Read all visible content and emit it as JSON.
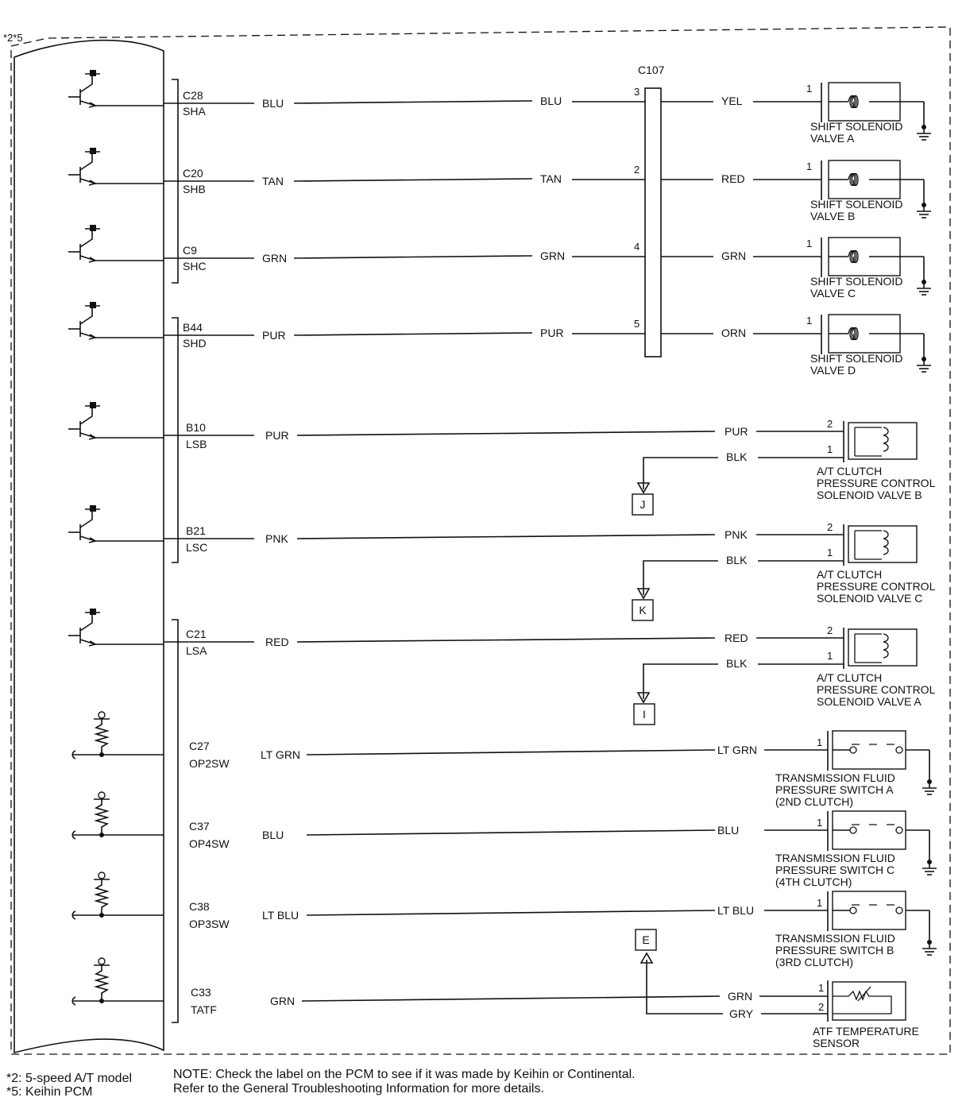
{
  "corner_tag": "*2*5",
  "connector": {
    "name": "C107",
    "pins": [
      "3",
      "2",
      "4",
      "5"
    ]
  },
  "solenoids": [
    {
      "terminal": "C28",
      "signal": "SHA",
      "wire_pcm": "BLU",
      "wire_mid": "BLU",
      "wire_out": "YEL",
      "pin": "1",
      "name_line1": "SHIFT SOLENOID",
      "name_line2": "VALVE A"
    },
    {
      "terminal": "C20",
      "signal": "SHB",
      "wire_pcm": "TAN",
      "wire_mid": "TAN",
      "wire_out": "RED",
      "pin": "1",
      "name_line1": "SHIFT SOLENOID",
      "name_line2": "VALVE B"
    },
    {
      "terminal": "C9",
      "signal": "SHC",
      "wire_pcm": "GRN",
      "wire_mid": "GRN",
      "wire_out": "GRN",
      "pin": "1",
      "name_line1": "SHIFT SOLENOID",
      "name_line2": "VALVE C"
    },
    {
      "terminal": "B44",
      "signal": "SHD",
      "wire_pcm": "PUR",
      "wire_mid": "PUR",
      "wire_out": "ORN",
      "pin": "1",
      "name_line1": "SHIFT SOLENOID",
      "name_line2": "VALVE D"
    }
  ],
  "pressure_valves": [
    {
      "terminal": "B10",
      "signal": "LSB",
      "wire_pcm": "PUR",
      "wire_in": "PUR",
      "wire_ret": "BLK",
      "pin_in": "2",
      "pin_ret": "1",
      "ref": "J",
      "name_line1": "A/T CLUTCH",
      "name_line2": "PRESSURE CONTROL",
      "name_line3": "SOLENOID VALVE B"
    },
    {
      "terminal": "B21",
      "signal": "LSC",
      "wire_pcm": "PNK",
      "wire_in": "PNK",
      "wire_ret": "BLK",
      "pin_in": "2",
      "pin_ret": "1",
      "ref": "K",
      "name_line1": "A/T CLUTCH",
      "name_line2": "PRESSURE CONTROL",
      "name_line3": "SOLENOID VALVE C"
    },
    {
      "terminal": "C21",
      "signal": "LSA",
      "wire_pcm": "RED",
      "wire_in": "RED",
      "wire_ret": "BLK",
      "pin_in": "2",
      "pin_ret": "1",
      "ref": "I",
      "name_line1": "A/T CLUTCH",
      "name_line2": "PRESSURE CONTROL",
      "name_line3": "SOLENOID VALVE A"
    }
  ],
  "switches": [
    {
      "terminal": "C27",
      "signal": "OP2SW",
      "wire_pcm": "LT GRN",
      "wire_out": "LT GRN",
      "pin": "1",
      "name_line1": "TRANSMISSION FLUID",
      "name_line2": "PRESSURE SWITCH A",
      "name_line3": "(2ND CLUTCH)"
    },
    {
      "terminal": "C37",
      "signal": "OP4SW",
      "wire_pcm": "BLU",
      "wire_out": "BLU",
      "pin": "1",
      "name_line1": "TRANSMISSION FLUID",
      "name_line2": "PRESSURE SWITCH C",
      "name_line3": "(4TH CLUTCH)"
    },
    {
      "terminal": "C38",
      "signal": "OP3SW",
      "wire_pcm": "LT BLU",
      "wire_out": "LT BLU",
      "pin": "1",
      "name_line1": "TRANSMISSION FLUID",
      "name_line2": "PRESSURE SWITCH B",
      "name_line3": "(3RD CLUTCH)"
    }
  ],
  "temp_sensor": {
    "terminal": "C33",
    "signal": "TATF",
    "wire_pcm": "GRN",
    "wire_in": "GRN",
    "wire_ret": "GRY",
    "pin_in": "1",
    "pin_ret": "2",
    "ref": "E",
    "name_line1": "ATF TEMPERATURE",
    "name_line2": "SENSOR"
  },
  "footnotes": {
    "note2": "*2: 5-speed A/T model",
    "note5": "*5: Keihin PCM",
    "note_line1": "NOTE: Check the label on the PCM to see if it was made by Keihin or Continental.",
    "note_line2": "Refer to the General Troubleshooting Information for more details."
  }
}
